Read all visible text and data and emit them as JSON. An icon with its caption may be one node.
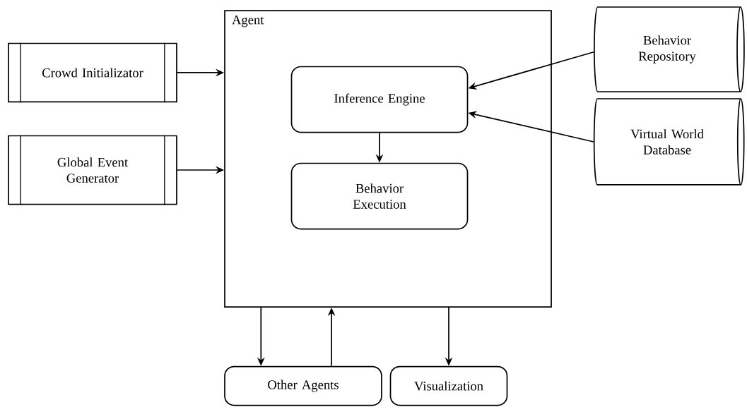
{
  "diagram": {
    "nodes": [
      {
        "text": [
          "Agent"
        ]
      },
      {
        "text": [
          "Crowd Initializator"
        ]
      },
      {
        "text": [
          "Global Event Generator"
        ]
      },
      {
        "text": [
          "Inference Engine"
        ],
        "in": 0
      },
      {
        "text": [
          "Behavior Execution"
        ],
        "in": 0
      },
      {
        "text": [
          "Behavior Repository"
        ]
      },
      {
        "text": [
          "Virtual World Database"
        ]
      },
      {
        "text": [
          "Other Agents"
        ]
      },
      {
        "text": [
          "Visualization"
        ]
      }
    ],
    "edges": [
      {
        "from": 1,
        "to": 0,
        "arrow": "to"
      },
      {
        "from": 2,
        "to": 0,
        "arrow": "to"
      },
      {
        "from": 5,
        "to": 3,
        "arrow": "to"
      },
      {
        "from": 6,
        "to": 3,
        "arrow": "to"
      },
      {
        "from": 3,
        "to": 4,
        "arrow": "to"
      },
      {
        "from": 0,
        "to": 7,
        "arrow": "to"
      },
      {
        "from": 7,
        "to": 0,
        "arrow": "to"
      },
      {
        "from": 0,
        "to": 8,
        "arrow": "to"
      }
    ]
  }
}
